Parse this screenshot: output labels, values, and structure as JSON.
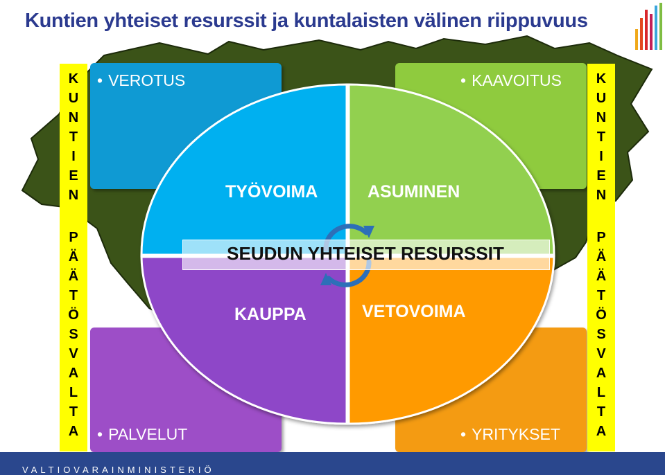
{
  "title": "Kuntien yhteiset resurssit  ja kuntalaisten välinen riippuvuus",
  "side_text": {
    "top": [
      "K",
      "U",
      "N",
      "T",
      "I",
      "E",
      "N"
    ],
    "bottom": [
      "P",
      "Ä",
      "Ä",
      "T",
      "Ö",
      "S",
      "V",
      "A",
      "L",
      "T",
      "A"
    ]
  },
  "corners": {
    "bullet": "•",
    "top_left": "VEROTUS",
    "top_right": "KAAVOITUS",
    "bottom_left": "PALVELUT",
    "bottom_right": "YRITYKSET"
  },
  "quadrants": {
    "top_left": "TYÖVOIMA",
    "top_right": "ASUMINEN",
    "bottom_left": "KAUPPA",
    "bottom_right": "VETOVOIMA"
  },
  "center": "SEUDUN YHTEISET RESURSSIT",
  "footer": "VALTIOVARAINMINISTERIÖ",
  "colors": {
    "title": "#2b3a8f",
    "strip": "#ffff00",
    "blue": "#00b0f0",
    "green": "#92d050",
    "purple": "#8e47c8",
    "orange": "#ff9a00",
    "map": "#3b5318",
    "footer": "#2a478d"
  }
}
